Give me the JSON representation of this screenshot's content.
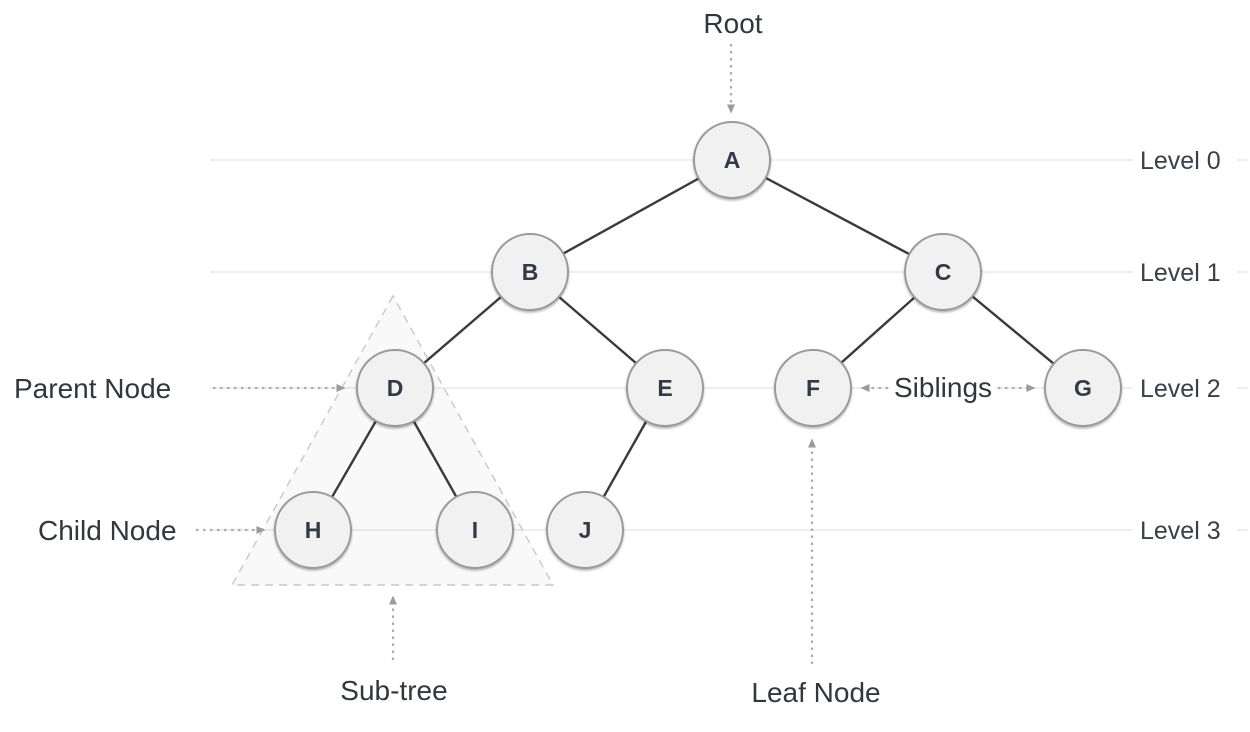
{
  "diagram": {
    "type": "tree",
    "nodes": [
      {
        "id": "A",
        "label": "A",
        "level": 0
      },
      {
        "id": "B",
        "label": "B",
        "level": 1
      },
      {
        "id": "C",
        "label": "C",
        "level": 1
      },
      {
        "id": "D",
        "label": "D",
        "level": 2
      },
      {
        "id": "E",
        "label": "E",
        "level": 2
      },
      {
        "id": "F",
        "label": "F",
        "level": 2
      },
      {
        "id": "G",
        "label": "G",
        "level": 2
      },
      {
        "id": "H",
        "label": "H",
        "level": 3
      },
      {
        "id": "I",
        "label": "I",
        "level": 3
      },
      {
        "id": "J",
        "label": "J",
        "level": 3
      }
    ],
    "edges": [
      [
        "A",
        "B"
      ],
      [
        "A",
        "C"
      ],
      [
        "B",
        "D"
      ],
      [
        "B",
        "E"
      ],
      [
        "C",
        "F"
      ],
      [
        "C",
        "G"
      ],
      [
        "D",
        "H"
      ],
      [
        "D",
        "I"
      ],
      [
        "E",
        "J"
      ]
    ],
    "levels": [
      {
        "label": "Level 0"
      },
      {
        "label": "Level 1"
      },
      {
        "label": "Level 2"
      },
      {
        "label": "Level 3"
      }
    ],
    "annotations": {
      "root": "Root",
      "parent_node": "Parent Node",
      "child_node": "Child Node",
      "siblings": "Siblings",
      "leaf_node": "Leaf Node",
      "subtree": "Sub-tree"
    },
    "colors": {
      "background": "#ffffff",
      "node_fill": "#f1f1f1",
      "node_border": "#9a9a9a",
      "node_text": "#333a45",
      "edge": "#3a3a3a",
      "level_line": "#e4e4e4",
      "annotation_text": "#32373d",
      "dotted_arrow": "#ababab",
      "arrowhead": "#9b9b9b",
      "subtree_dash": "#c8c8c8"
    }
  }
}
